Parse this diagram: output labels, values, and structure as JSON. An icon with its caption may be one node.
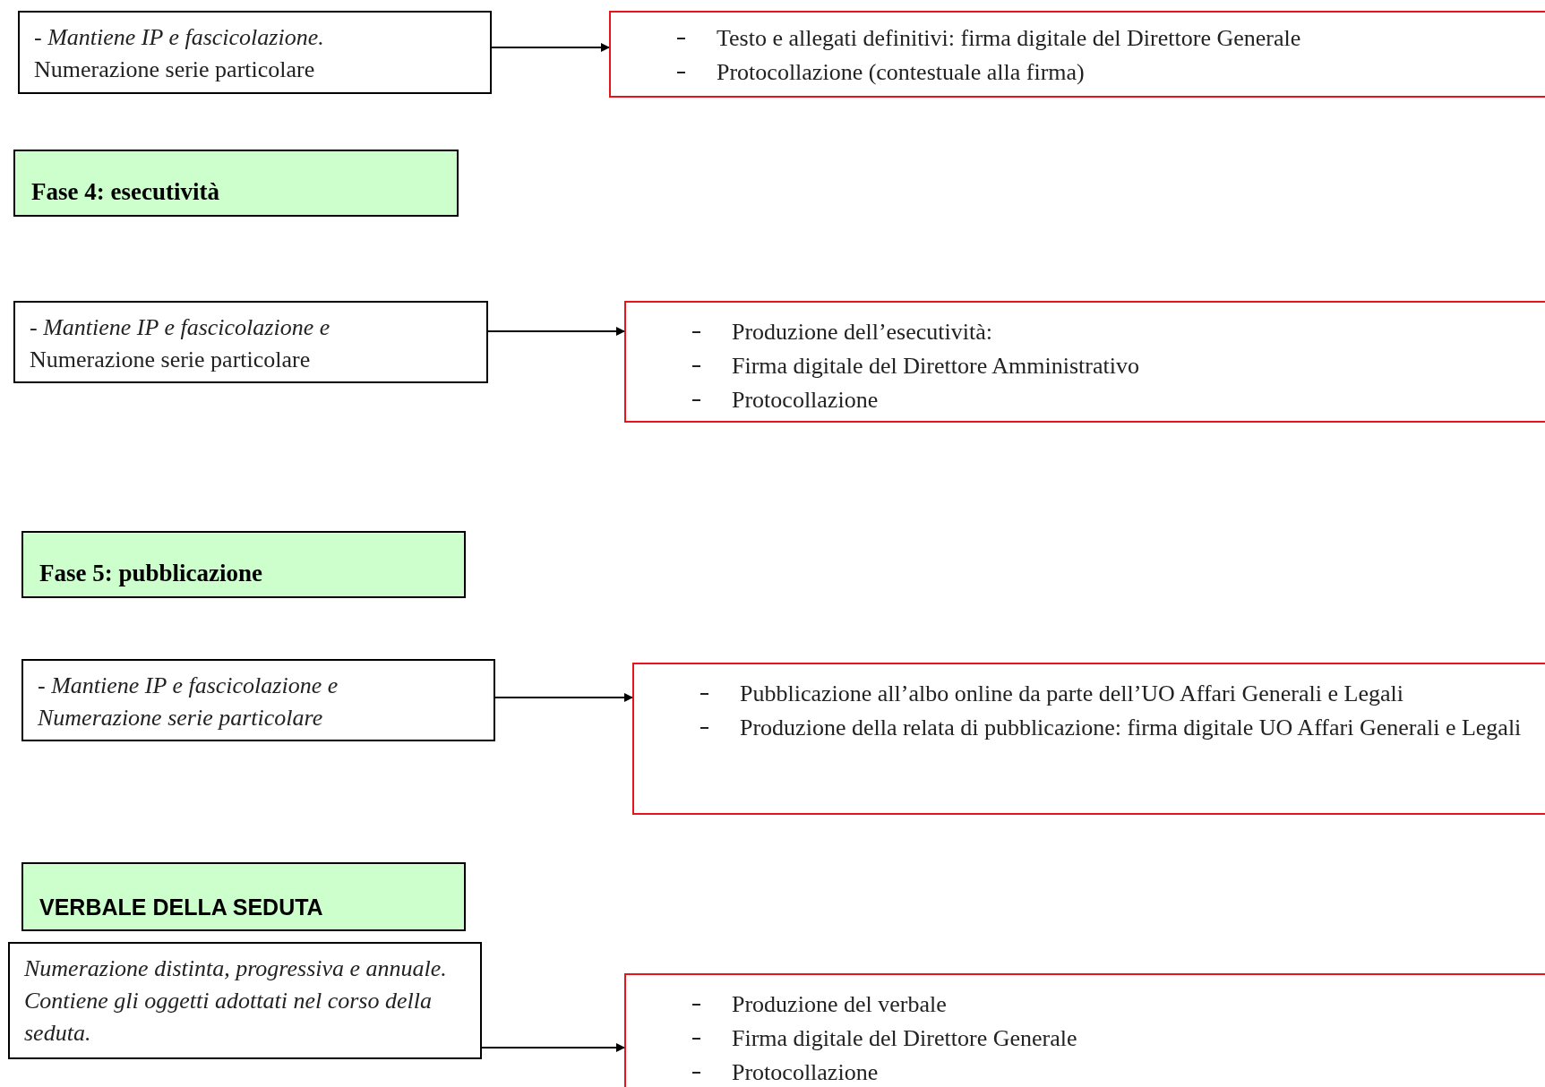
{
  "diagram": {
    "nodes": [
      {
        "text": [
          "*- Mantiene IP e fascicolazione.*",
          "Numerazione serie particolare"
        ]
      },
      {
        "text": [
          "Testo e allegati definitivi: firma digitale del Direttore Generale",
          "Protocollazione (contestuale alla firma)"
        ]
      },
      {
        "text": [
          "Fase 4: esecutività"
        ]
      },
      {
        "text": [
          "*- Mantiene IP e fascicolazione e*",
          "Numerazione serie particolare"
        ]
      },
      {
        "text": [
          "Produzione dell’esecutività:",
          "Firma digitale del Direttore Amministrativo",
          "Protocollazione"
        ]
      },
      {
        "text": [
          "Fase 5: pubblicazione"
        ]
      },
      {
        "text": [
          "*- Mantiene IP e fascicolazione e*",
          "*Numerazione serie particolare*"
        ]
      },
      {
        "text": [
          "Pubblicazione all’albo online da parte dell’UO Affari Generali e Legali",
          "Produzione della relata di pubblicazione: firma digitale UO Affari Generali e Legali"
        ]
      },
      {
        "text": [
          "VERBALE DELLA SEDUTA"
        ]
      },
      {
        "text": [
          "*Numerazione distinta, progressiva e annuale. Contiene gli oggetti adottati nel corso della seduta.*"
        ]
      },
      {
        "text": [
          "Produzione del verbale",
          "Firma digitale del Direttore Generale",
          "Protocollazione"
        ]
      }
    ],
    "edges": [
      {
        "from": 0,
        "to": 1,
        "arrow": "to"
      },
      {
        "from": 3,
        "to": 4,
        "arrow": "to"
      },
      {
        "from": 6,
        "to": 7,
        "arrow": "to"
      },
      {
        "from": 9,
        "to": 10,
        "arrow": "to"
      }
    ]
  }
}
